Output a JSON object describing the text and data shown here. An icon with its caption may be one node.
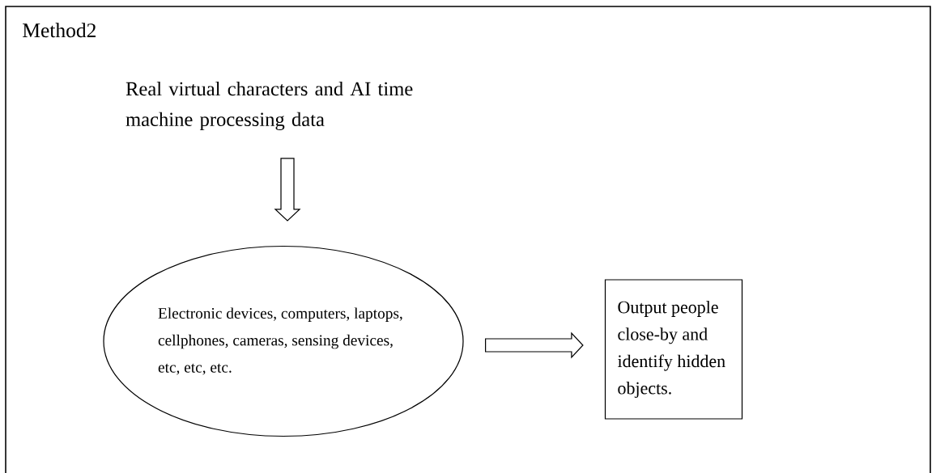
{
  "diagram": {
    "nodes": [
      {
        "text": [
          "Method2"
        ]
      },
      {
        "text": [
          "Real virtual characters and AI time machine processing data"
        ],
        "in": 0
      },
      {
        "text": [
          "Electronic devices, computers, laptops, cellphones, cameras, sensing devices, etc, etc, etc."
        ],
        "in": 0
      },
      {
        "text": [
          "Output people close-by and identify hidden objects."
        ],
        "in": 0
      }
    ],
    "edges": [
      {
        "from": 1,
        "to": 2,
        "arrow": "to"
      },
      {
        "from": 2,
        "to": 3,
        "arrow": "to"
      }
    ]
  }
}
